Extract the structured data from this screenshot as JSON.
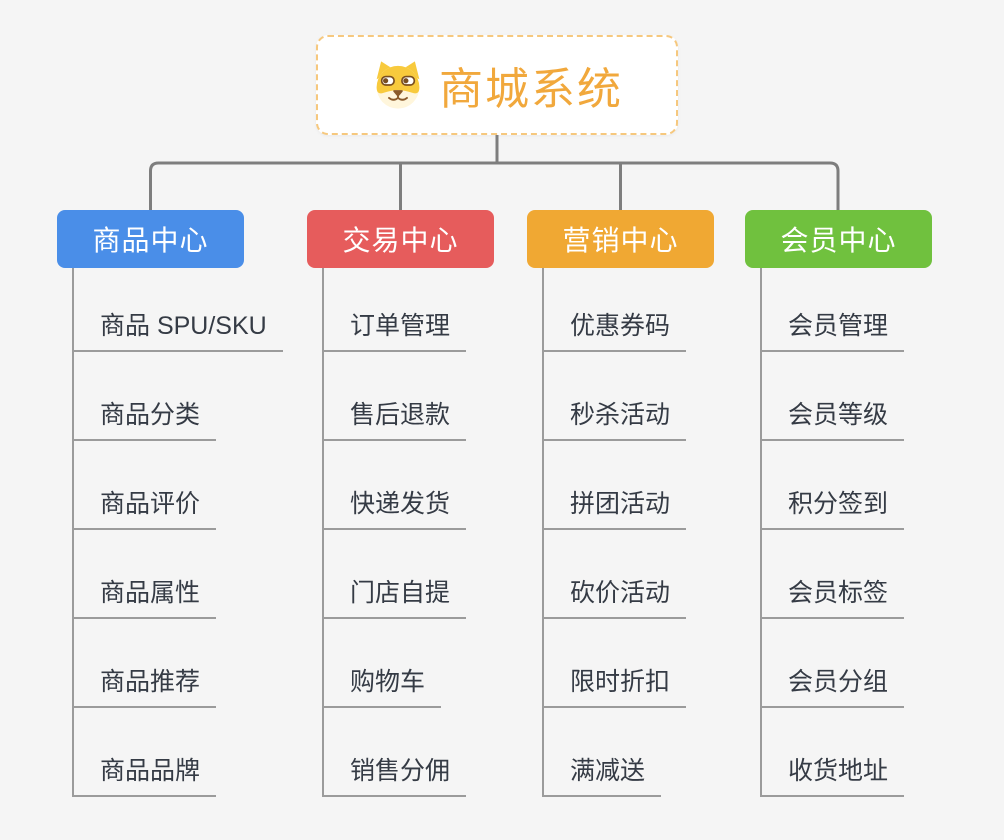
{
  "root": {
    "title": "商城系统",
    "icon": "dog-face-icon",
    "accent_color": "#F1A83C",
    "border_color": "#F6C87E"
  },
  "connector_color": "#7E7E7E",
  "child_line_color": "#9B9B9B",
  "background_color": "#F5F5F5",
  "branches": [
    {
      "label": "商品中心",
      "color": "#4A8EE8",
      "items": [
        "商品 SPU/SKU",
        "商品分类",
        "商品评价",
        "商品属性",
        "商品推荐",
        "商品品牌"
      ]
    },
    {
      "label": "交易中心",
      "color": "#E65C5C",
      "items": [
        "订单管理",
        "售后退款",
        "快递发货",
        "门店自提",
        "购物车",
        "销售分佣"
      ]
    },
    {
      "label": "营销中心",
      "color": "#F0A833",
      "items": [
        "优惠券码",
        "秒杀活动",
        "拼团活动",
        "砍价活动",
        "限时折扣",
        "满减送"
      ]
    },
    {
      "label": "会员中心",
      "color": "#70C13E",
      "items": [
        "会员管理",
        "会员等级",
        "积分签到",
        "会员标签",
        "会员分组",
        "收货地址"
      ]
    }
  ]
}
